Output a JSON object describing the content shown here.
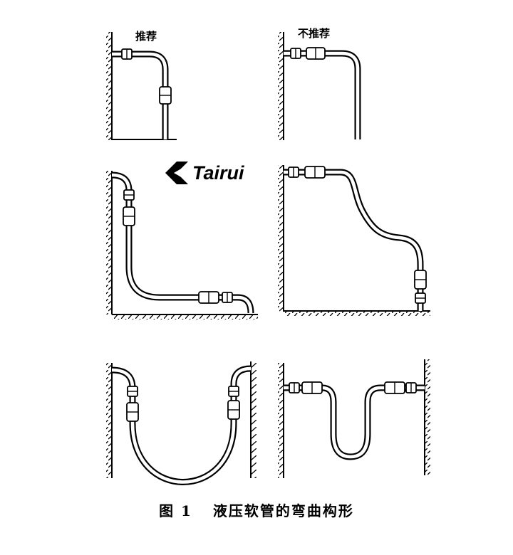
{
  "panels": {
    "top_left": {
      "label": "推荐"
    },
    "top_right": {
      "label": "不推荐"
    }
  },
  "logo": {
    "text": "Tairui",
    "icon": "tairui-logo-icon"
  },
  "caption": {
    "figure_number": "图 1",
    "title": "液压软管的弯曲构形"
  }
}
